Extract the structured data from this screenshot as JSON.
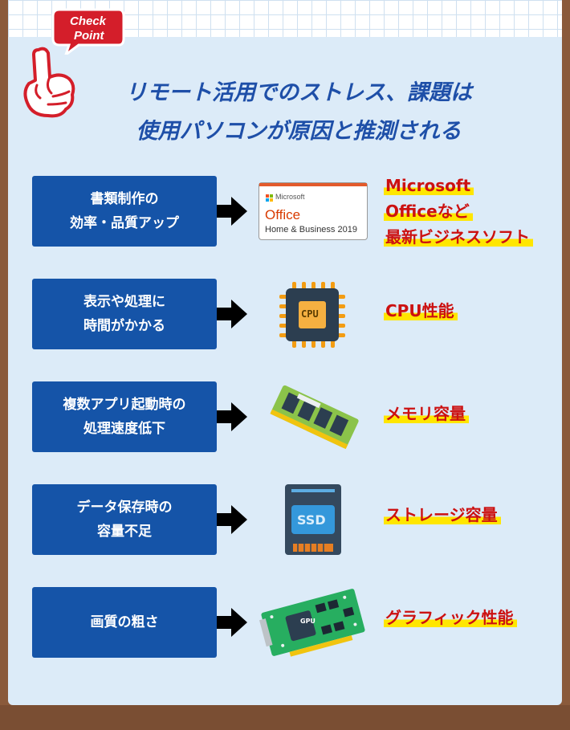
{
  "badge": {
    "line1": "Check",
    "line2": "Point"
  },
  "heading": {
    "line1": "リモート活用でのストレス、課題は",
    "line2": "使用パソコンが原因と推測される"
  },
  "rows": [
    {
      "problem": [
        "書類制作の",
        "効率・品質アップ"
      ],
      "icon": "office-box-icon",
      "office": {
        "brand": "Microsoft",
        "product": "Office",
        "edition": "Home & Business 2019"
      },
      "result": [
        "Microsoft",
        "Officeなど",
        "最新ビジネスソフト"
      ]
    },
    {
      "problem": [
        "表示や処理に",
        "時間がかかる"
      ],
      "icon": "cpu-chip-icon",
      "chip_label": "CPU",
      "result": [
        "CPU性能"
      ]
    },
    {
      "problem": [
        "複数アプリ起動時の",
        "処理速度低下"
      ],
      "icon": "memory-module-icon",
      "result": [
        "メモリ容量"
      ]
    },
    {
      "problem": [
        "データ保存時の",
        "容量不足"
      ],
      "icon": "ssd-drive-icon",
      "ssd_label": "SSD",
      "result": [
        "ストレージ容量"
      ]
    },
    {
      "problem": [
        "画質の粗さ"
      ],
      "icon": "graphics-card-icon",
      "gpu_label": "GPU",
      "result": [
        "グラフィック性能"
      ]
    }
  ],
  "colors": {
    "box": "#1554a8",
    "accent_red": "#cc1111",
    "highlight": "#ffe600",
    "background": "#dcebf8",
    "frame": "#8a5a3b"
  }
}
